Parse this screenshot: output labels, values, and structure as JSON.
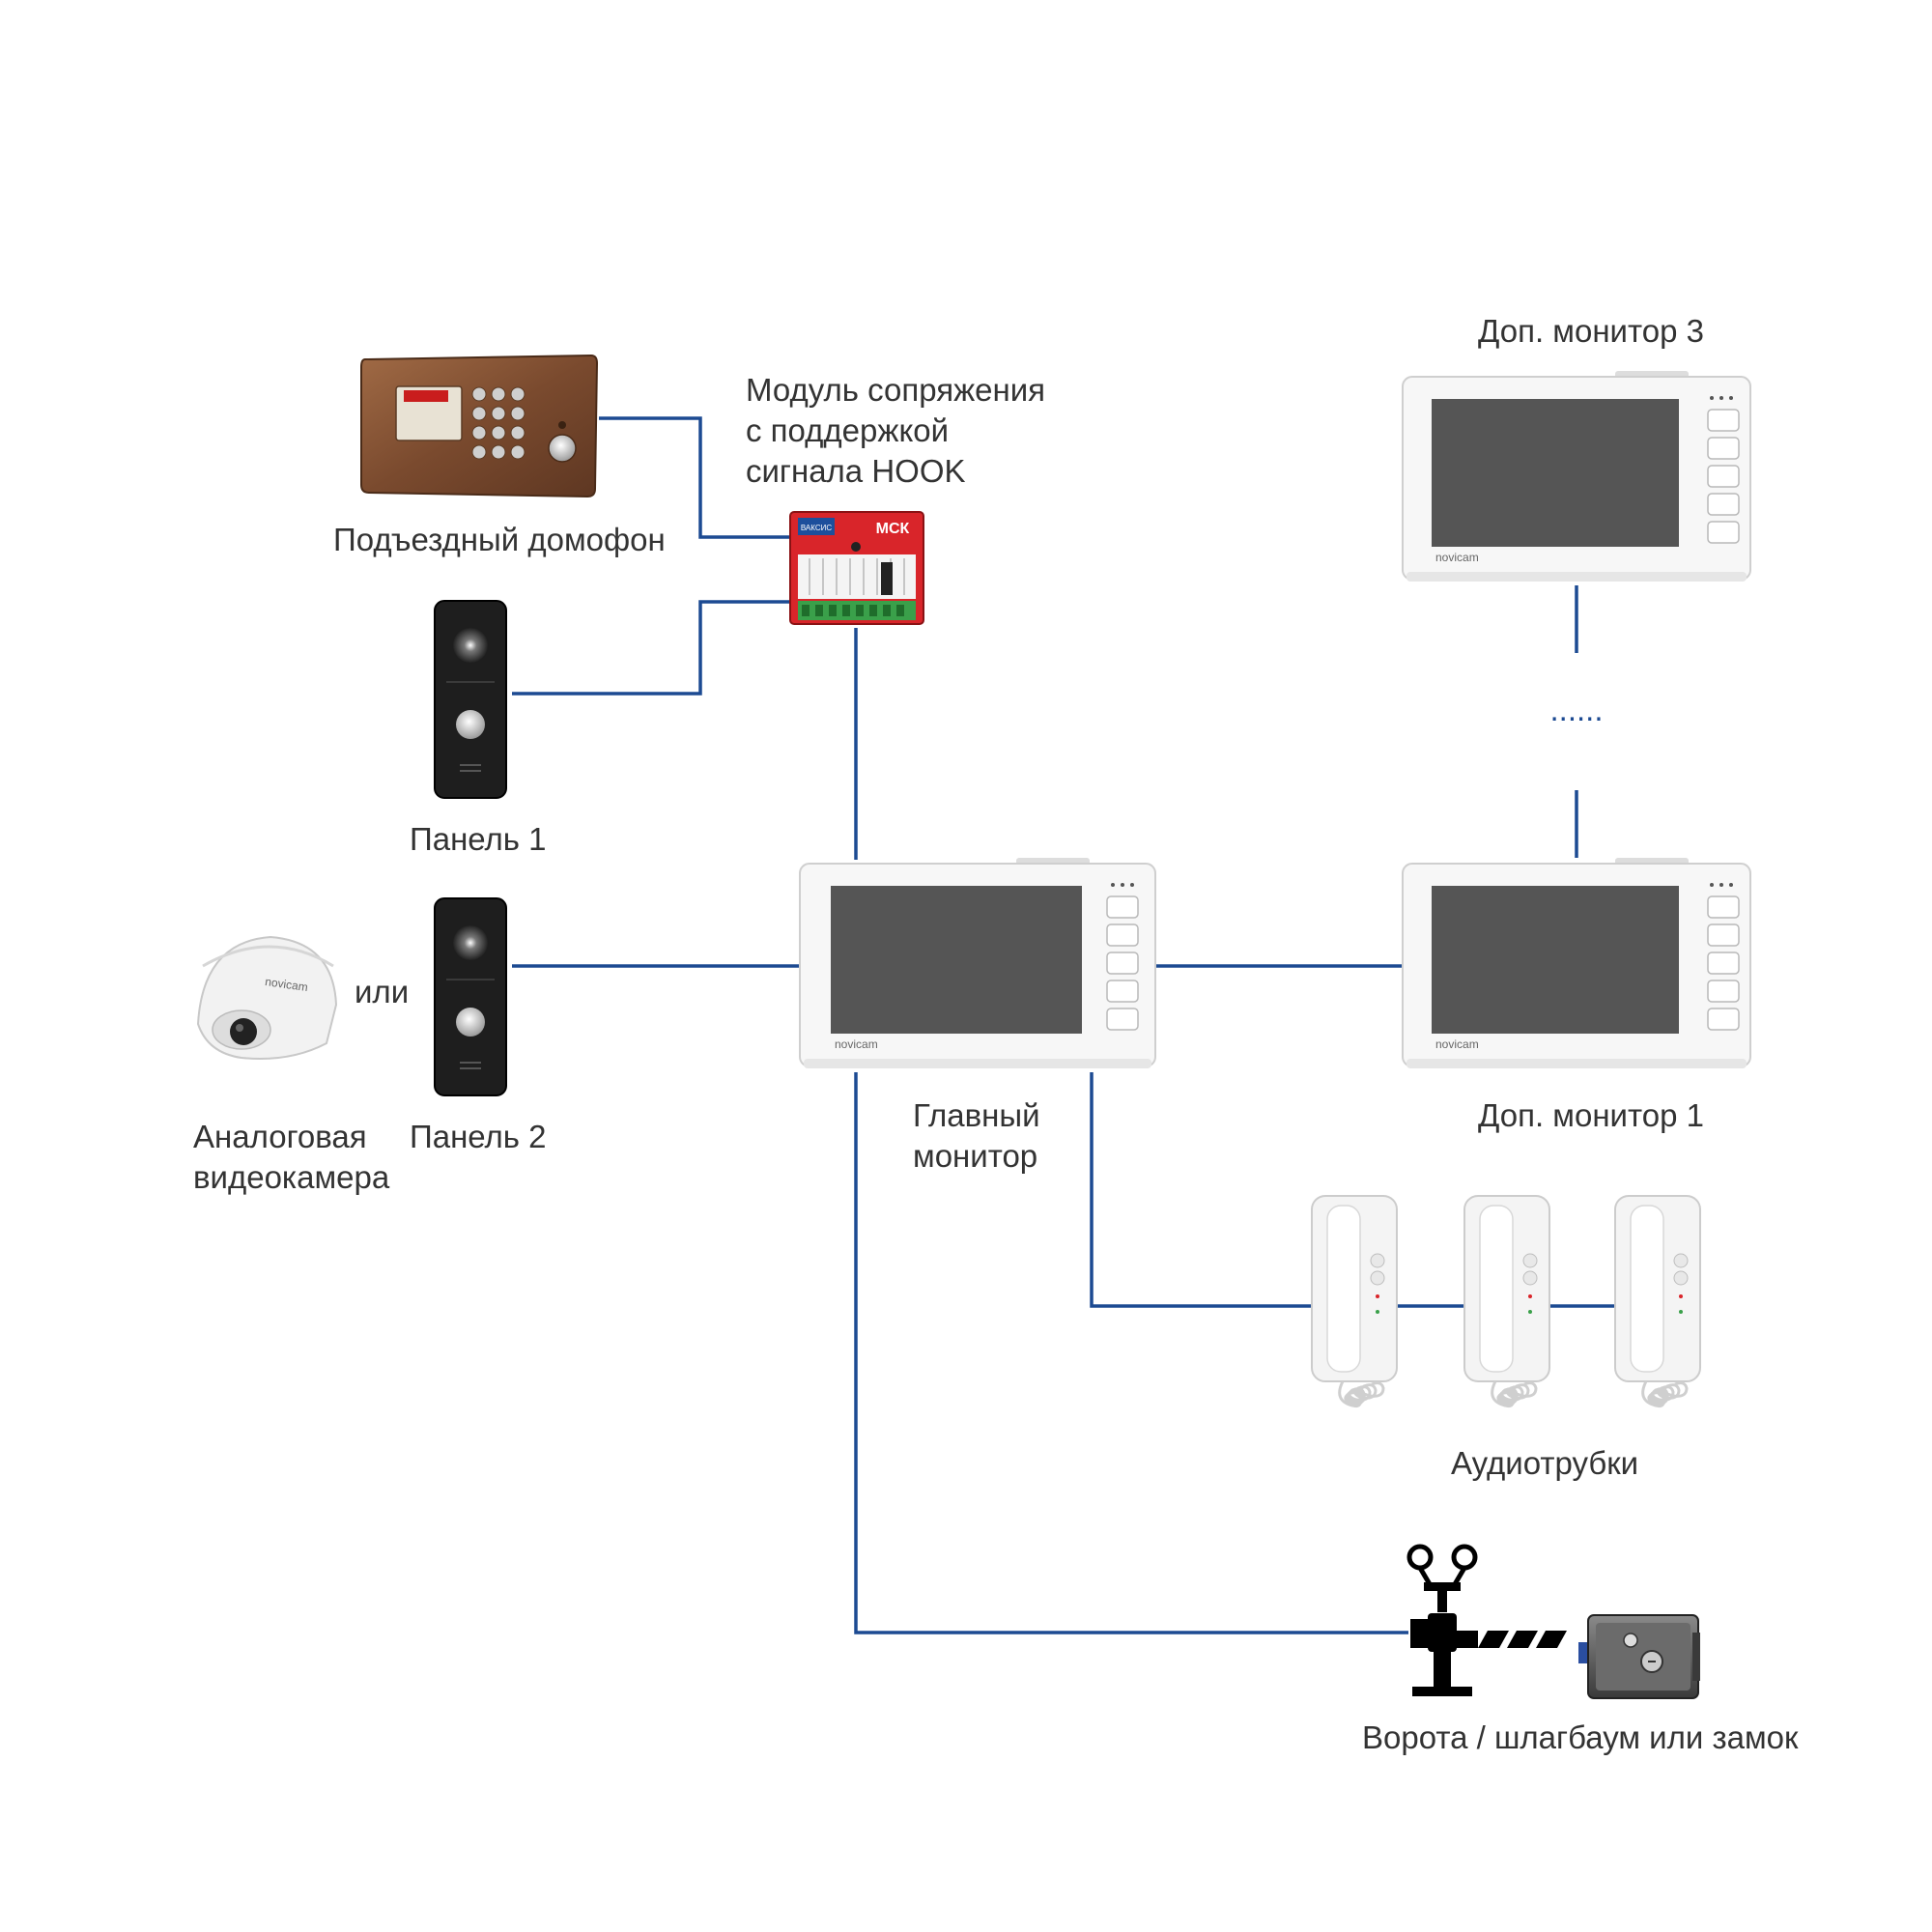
{
  "labels": {
    "intercom": "Подъездный домофон",
    "module_line1": "Модуль сопряжения",
    "module_line2": "с поддержкой",
    "module_line3": "сигнала HOOK",
    "panel1": "Панель 1",
    "panel2": "Панель 2",
    "or": "или",
    "camera_line1": "Аналоговая",
    "camera_line2": "видеокамера",
    "main_monitor_line1": "Главный",
    "main_monitor_line2": "монитор",
    "extra_monitor1": "Доп. монитор 1",
    "extra_monitor3": "Доп. монитор 3",
    "dots": "......",
    "handsets": "Аудиотрубки",
    "gate": "Ворота / шлагбаум или замок"
  },
  "device_text": {
    "brand": "novicam",
    "module_title": "МСК",
    "module_logo": "ВАКСИС"
  },
  "colors": {
    "wire": "#1c4a92",
    "intercom": "#8b5a3c",
    "module": "#d9252a",
    "panel": "#1e1e1e",
    "monitor_screen": "#555555"
  }
}
